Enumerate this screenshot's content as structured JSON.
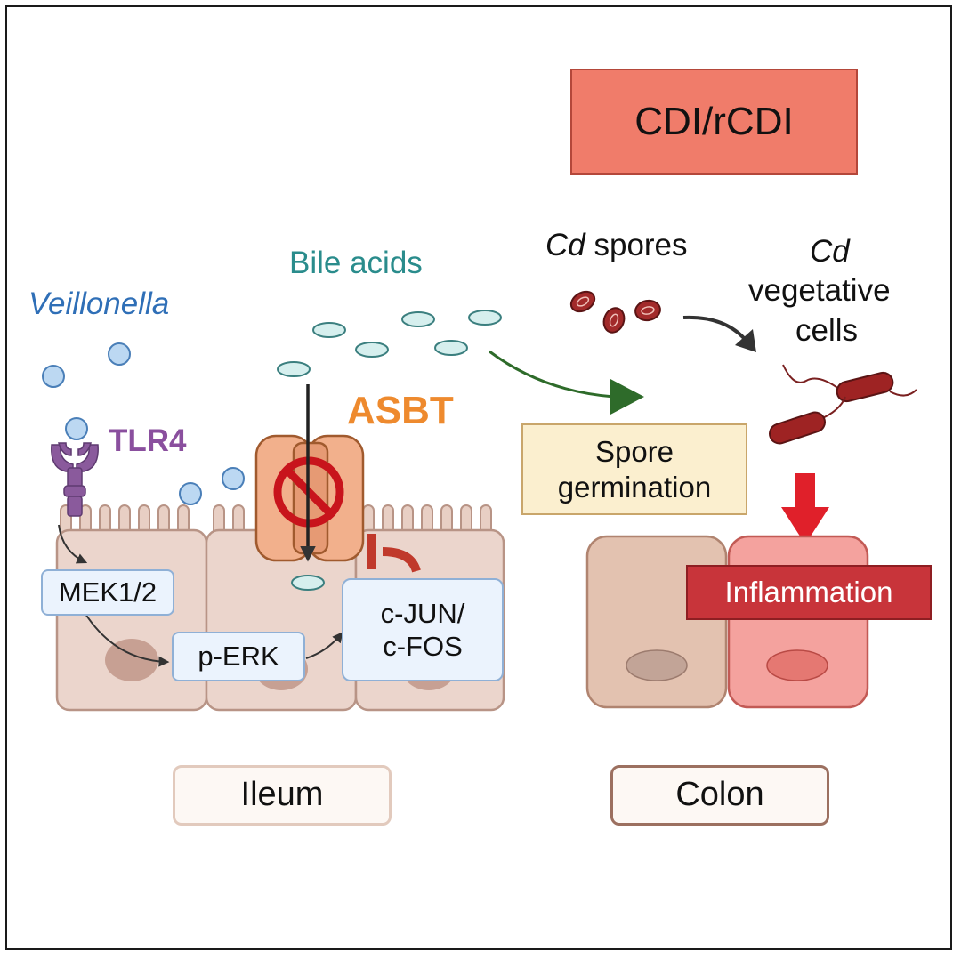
{
  "labels": {
    "condition": "CDI/rCDI",
    "spores_italic": "Cd",
    "spores_rest": " spores",
    "vegetative_italic": "Cd",
    "vegetative_line2": "vegetative",
    "vegetative_line3": "cells",
    "bile_acids": "Bile acids",
    "veillonella": "Veillonella",
    "tlr4": "TLR4",
    "asbt": "ASBT",
    "spore_line1": "Spore",
    "spore_line2": "germination",
    "mek": "MEK1/2",
    "perk": "p-ERK",
    "cjun_line1": "c-JUN/",
    "cjun_line2": "c-FOS",
    "inflammation": "Inflammation",
    "ileum": "Ileum",
    "colon": "Colon"
  },
  "colors": {
    "condition_box": "#f07c6a",
    "veillonella_text": "#2f6fb7",
    "tlr4_text": "#8a4f9e",
    "asbt_text": "#ee8a2e",
    "bile_text": "#2a8c8c",
    "inflammation_box": "#c8343a",
    "germination_arrow": "#2e6b2a",
    "spore_box": "#fbefcf"
  }
}
